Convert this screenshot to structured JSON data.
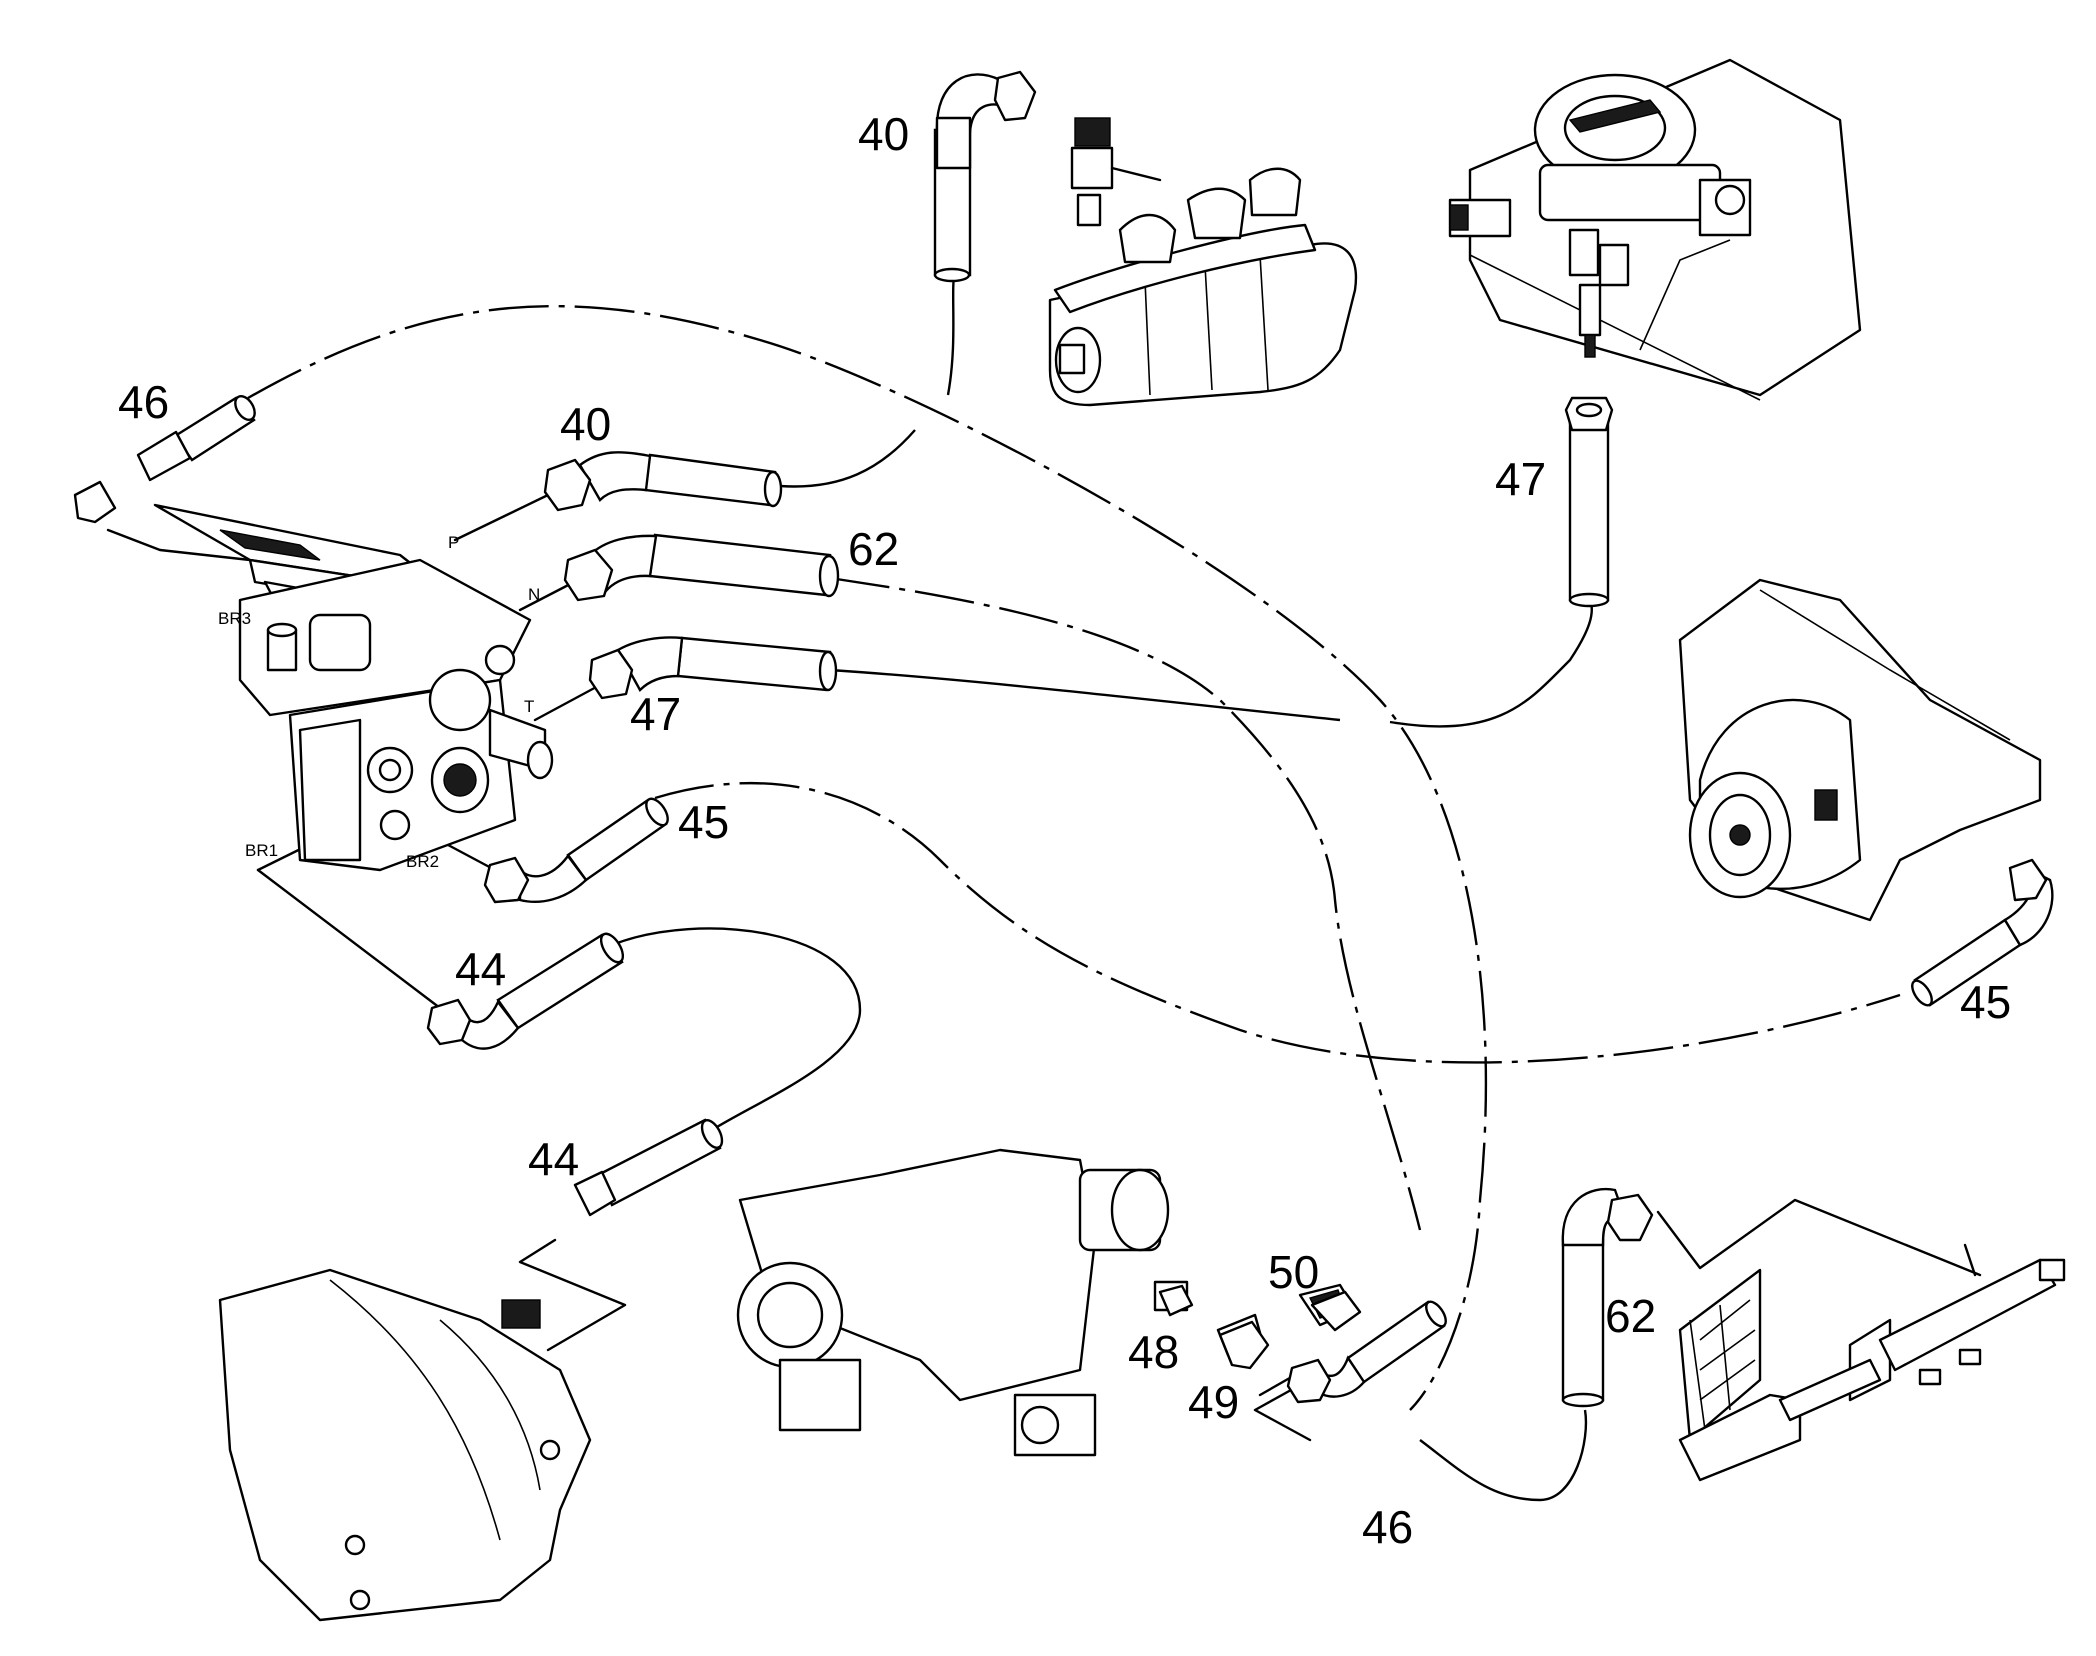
{
  "callouts": {
    "c40_top": "40",
    "c40_mid": "40",
    "c46_left": "46",
    "c46_bottom": "46",
    "c47_right": "47",
    "c47_mid": "47",
    "c62_mid": "62",
    "c62_bottom": "62",
    "c45_mid": "45",
    "c45_right": "45",
    "c44_upper": "44",
    "c44_lower": "44",
    "c48": "48",
    "c49": "49",
    "c50": "50"
  },
  "ports": {
    "p": "P",
    "n": "N",
    "t": "T",
    "br1": "BR1",
    "br2": "BR2",
    "br3": "BR3"
  }
}
